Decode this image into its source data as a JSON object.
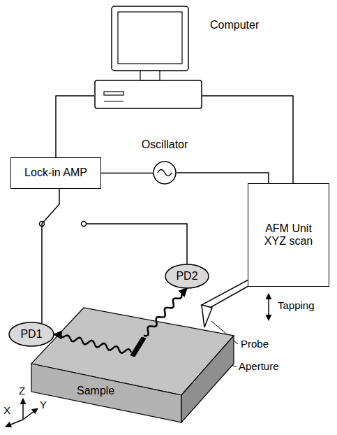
{
  "diagram": {
    "nodes": [
      {
        "text": [
          "Computer"
        ]
      },
      {
        "text": [
          "Lock-in AMP"
        ]
      },
      {
        "text": [
          "Oscillator"
        ]
      },
      {
        "text": [
          "AFM Unit XYZ scan"
        ]
      },
      {
        "text": [
          "PD2"
        ]
      },
      {
        "text": [
          "PD1"
        ]
      },
      {
        "text": [
          "Sample"
        ]
      }
    ],
    "edges": [
      {
        "from": 0,
        "to": 1,
        "arrow": "none"
      },
      {
        "from": 0,
        "to": 3,
        "arrow": "none"
      },
      {
        "from": 1,
        "to": 2,
        "arrow": "none"
      },
      {
        "from": 2,
        "to": 3,
        "arrow": "none"
      },
      {
        "from": 1,
        "to": 5,
        "arrow": "none"
      },
      {
        "from": 6,
        "to": 5,
        "arrow": "to"
      },
      {
        "from": 6,
        "to": 4,
        "arrow": "to"
      }
    ],
    "labels": [
      "Tapping",
      "Probe",
      "Aperture",
      "Z",
      "Y",
      "X"
    ]
  }
}
